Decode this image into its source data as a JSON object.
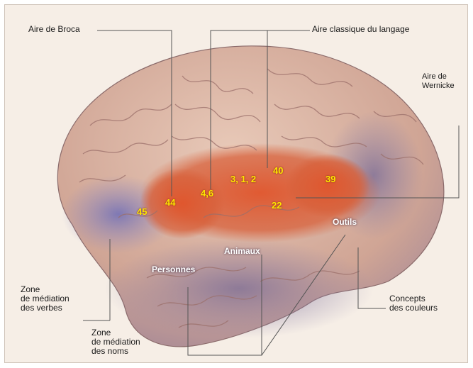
{
  "labels": {
    "broca": "Aire de Broca",
    "classique": "Aire classique du langage",
    "wernicke": "Aire de\nWernicke",
    "verbes": "Zone\nde médiation\ndes verbes",
    "noms": "Zone\nde médiation\ndes noms",
    "couleurs": "Concepts\ndes couleurs"
  },
  "numbers": {
    "n45": "45",
    "n44": "44",
    "n46": "4,6",
    "n312": "3, 1, 2",
    "n40": "40",
    "n39": "39",
    "n22": "22"
  },
  "regions": {
    "personnes": "Personnes",
    "animaux": "Animaux",
    "outils": "Outils"
  },
  "colors": {
    "background": "#f6eee6",
    "brain": "#d9b4a4",
    "language_area": "#d95a35",
    "temporal_tint": "#8a7fa8",
    "number_text": "#ffe600"
  }
}
